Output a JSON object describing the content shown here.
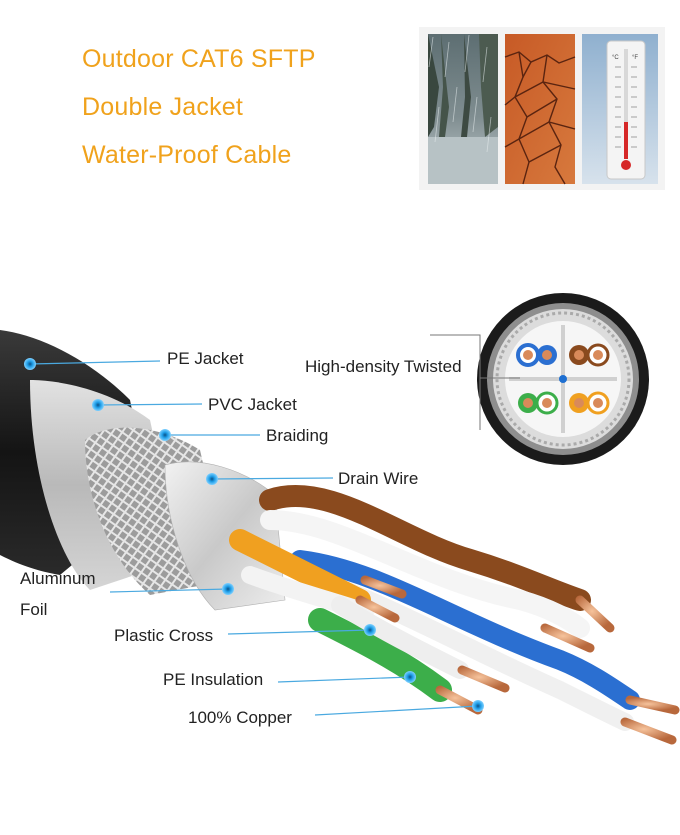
{
  "header": {
    "line1": "Outdoor CAT6 SFTP",
    "line2": "Double Jacket",
    "line3": "Water-Proof Cable"
  },
  "photos": [
    {
      "name": "rain-photo"
    },
    {
      "name": "cracked-earth-photo"
    },
    {
      "name": "thermometer-photo"
    }
  ],
  "thermometer": {
    "unit_c": "°C",
    "unit_f": "°F"
  },
  "callouts": {
    "pe_jacket": "PE Jacket",
    "pvc_jacket": "PVC Jacket",
    "braiding": "Braiding",
    "drain_wire": "Drain Wire",
    "aluminum_foil_1": "Aluminum",
    "aluminum_foil_2": "Foil",
    "plastic_cross": "Plastic Cross",
    "pe_insulation": "PE Insulation",
    "copper": "100% Copper",
    "twisted": "High-density Twisted"
  },
  "colors": {
    "title": "#f0a21c",
    "marker": "#1e9ee8",
    "pair_blue": "#2b6fd1",
    "pair_orange": "#f0a020",
    "pair_green": "#3cae4a",
    "pair_brown": "#8a4a1e",
    "copper": "#d98a5a"
  }
}
